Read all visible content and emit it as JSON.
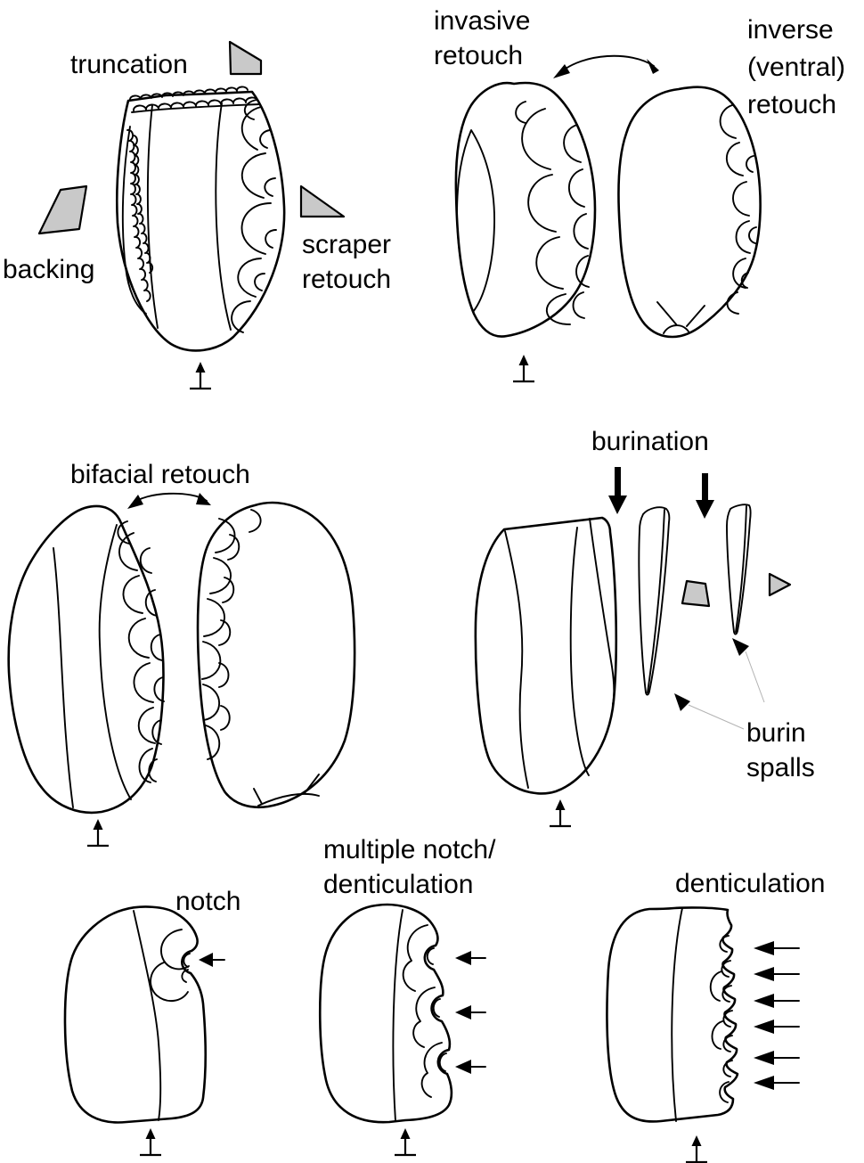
{
  "canvas": {
    "background": "#ffffff",
    "ink": "#000000",
    "symbol_fill": "#c9c9c9"
  },
  "labels": {
    "truncation": [
      "truncation"
    ],
    "backing": [
      "backing"
    ],
    "scraper_retouch": [
      "scraper",
      "retouch"
    ],
    "invasive_retouch": [
      "invasive",
      "retouch"
    ],
    "inverse_ventral_retouch": [
      "inverse",
      "(ventral)",
      "retouch"
    ],
    "bifacial_retouch": [
      "bifacial retouch"
    ],
    "burination": [
      "burination"
    ],
    "burin_spalls": [
      "burin",
      "spalls"
    ],
    "notch": [
      "notch"
    ],
    "multiple_notch_denticulation": [
      "multiple notch/",
      "denticulation"
    ],
    "denticulation": [
      "denticulation"
    ]
  },
  "symbols": {
    "orientation_arrow": "up-arrow-on-baseline flake orientation mark",
    "flip_arrow": "curved double-headed arrow (turn piece over)",
    "cross_section_wedge": "grey filled edge cross-section wedge",
    "direction_arrow": "black left-pointing retouch-direction arrow",
    "percussion_arrow": "thick black downward blow arrow",
    "leader_arrow": "thin grey leader line with black arrowhead"
  }
}
